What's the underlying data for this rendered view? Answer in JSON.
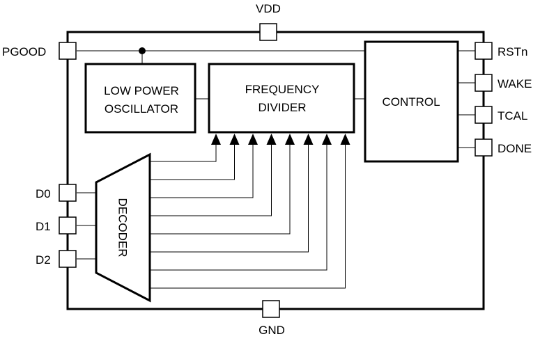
{
  "pins": {
    "top": "VDD",
    "bottom": "GND",
    "left_top": "PGOOD",
    "left": [
      "D0",
      "D1",
      "D2"
    ],
    "right": [
      "RSTn",
      "WAKE",
      "TCAL",
      "DONE"
    ]
  },
  "blocks": {
    "oscillator": [
      "LOW POWER",
      "OSCILLATOR"
    ],
    "divider": [
      "FREQUENCY",
      "DIVIDER"
    ],
    "control": "CONTROL",
    "decoder": "DECODER"
  },
  "decoder_outputs": 8
}
